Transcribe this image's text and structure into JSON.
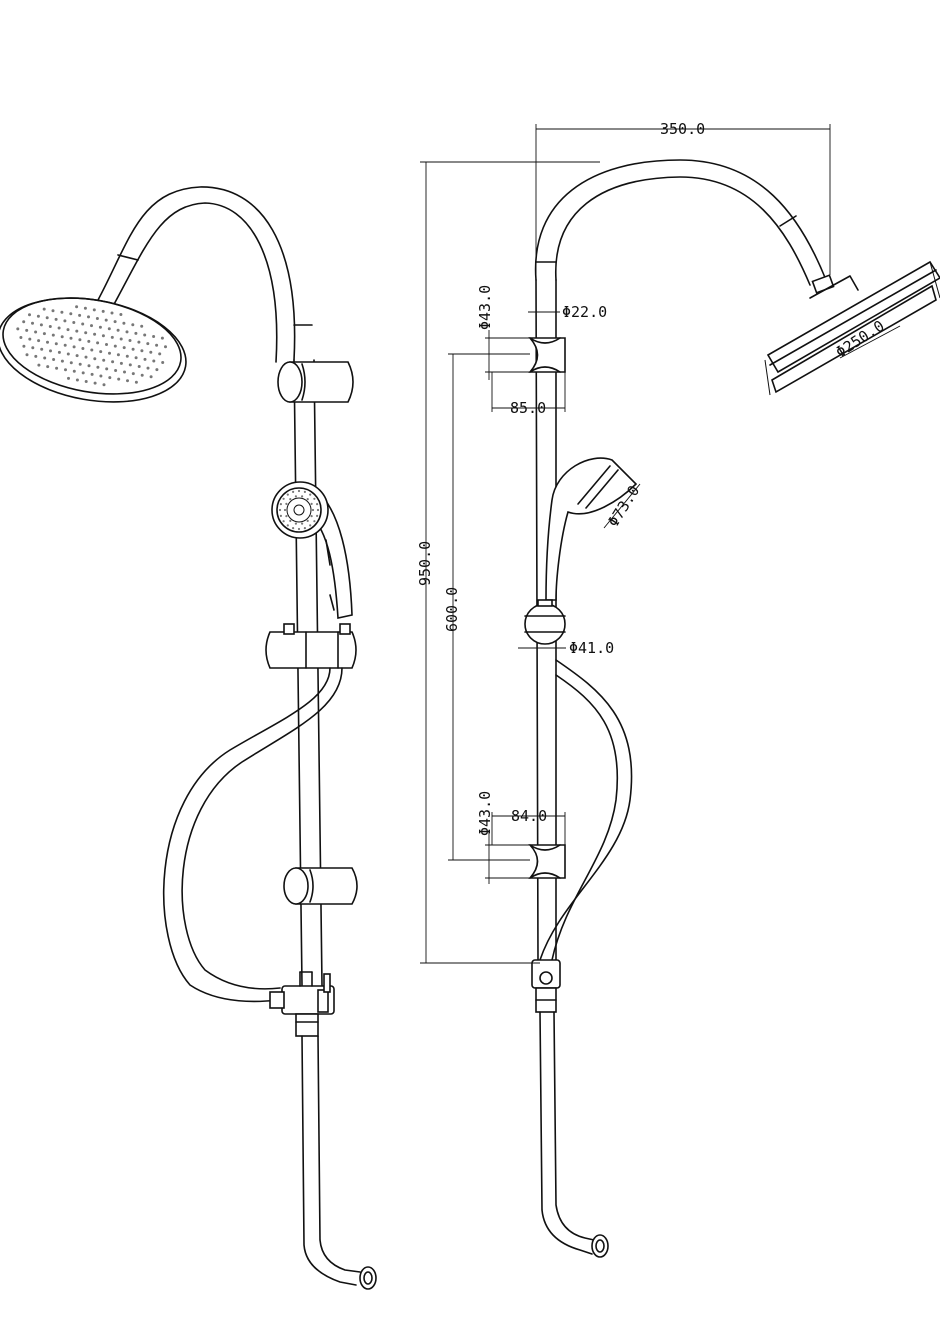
{
  "dimensions": {
    "arm_reach": "350.0",
    "pipe_diameter": "Φ22.0",
    "top_bracket_diameter": "Φ43.0",
    "top_bracket_depth": "85.0",
    "rain_head_diameter": "Φ250.0",
    "hand_shower_diameter": "Φ73.0",
    "slider_diameter": "Φ41.0",
    "total_height": "950.0",
    "bracket_spacing": "600.0",
    "bottom_bracket_diameter": "Φ43.0",
    "bottom_bracket_depth": "84.0"
  },
  "colors": {
    "line": "#111111",
    "background": "#ffffff"
  }
}
